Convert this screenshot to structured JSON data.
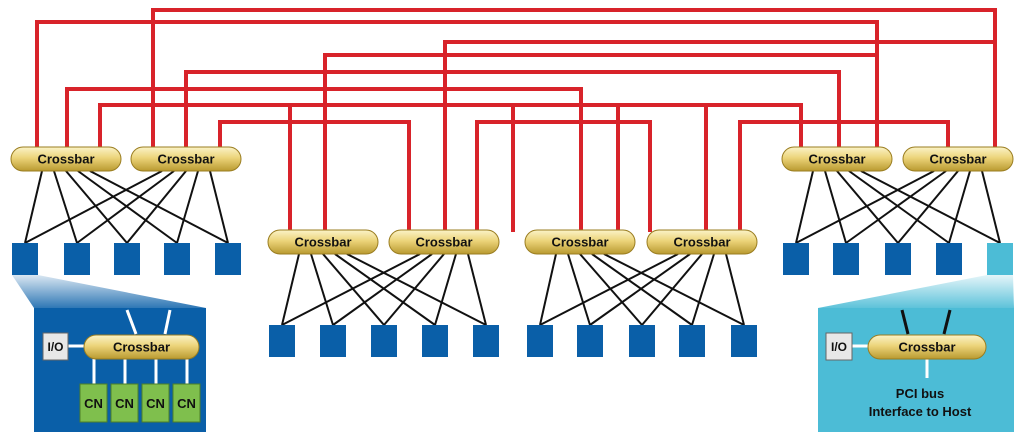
{
  "crossbar_label": "Crossbar",
  "node_inset": {
    "io_label": "I/O",
    "crossbar_label": "Crossbar",
    "cn_labels": [
      "CN",
      "CN",
      "CN",
      "CN"
    ]
  },
  "host_inset": {
    "io_label": "I/O",
    "crossbar_label": "Crossbar",
    "pci_line1": "PCI bus",
    "pci_line2": "Interface to Host"
  },
  "colors": {
    "link": "#d8232a",
    "wire": "#111111",
    "node": "#0a5fa8",
    "host_node": "#4cbcd6",
    "crossbar_fill": "#e8d27a",
    "cn_fill": "#7fbf4d",
    "inset_dark": "#0a5fa8",
    "inset_light": "#4cbcd6"
  }
}
